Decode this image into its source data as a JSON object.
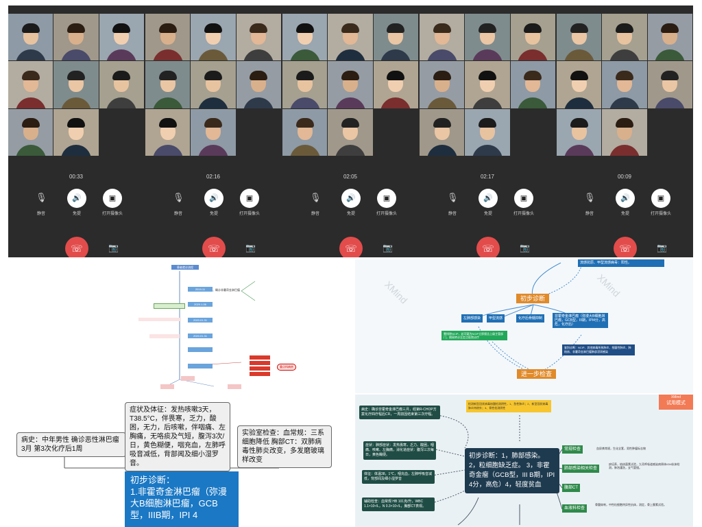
{
  "call": {
    "mute_label": "静音",
    "speaker_label": "免提",
    "camera_label": "打开摄像头",
    "panels": [
      {
        "timer": "00:33"
      },
      {
        "timer": "02:16"
      },
      {
        "timer": "02:05"
      },
      {
        "timer": "02:17"
      },
      {
        "timer": "00:09"
      }
    ]
  },
  "flowchart": {
    "title": "患者就诊流程",
    "dates": [
      "2019.11",
      "2020.1.06",
      "2020.01.31",
      "2020.01.31"
    ],
    "diagnosis_note": "确诊非霍奇金淋巴瘤",
    "red_label": "重点科病房"
  },
  "mindmap": {
    "watermark": "XMind",
    "top_note": "流感抗原、甲型流感病毒：阳性。",
    "main_node": "初步诊断",
    "children": [
      "左肺部感染",
      "甲型流感",
      "化疗后骨髓抑制",
      "非霍奇金淋巴瘤（弥漫大B细胞淋巴瘤，GCB型，III期，IPI4分，高危，化疗后）"
    ],
    "side_note": "鉴别诊断：NCIP、其他病毒所致肺炎、细菌性肺炎、肺结核、非霍奇金淋巴瘤肺部浸润感染",
    "green_note": "需排除NCIP，若可疑为NCIP立即报告上级主管部门，隔离转诊至定点医院诊疗",
    "next_node": "进一步检查"
  },
  "case_diagram": {
    "history": "病史：中年男性 确诊恶性淋巴瘤3月 第3次化疗后1周",
    "symptoms": "症状及体征：发热咳嗽3天，T38.5°C，伴畏寒，乏力，酸困，无力，后咳嗽，伴咽痛、左胸痛，无咯痰及气短，腹泻3次/日，黄色糊便，咽充血，左肺呼吸音减低，背部闻及细小湿罗音。",
    "lab": "实验室检查：血常规：三系细胞降低 胸部CT：双肺病毒性肺炎改变，多发磨玻璃样改变",
    "diagnosis_title": "初步诊断：",
    "diagnosis_body": "1.非霍奇金淋巴瘤（弥漫大B细胞淋巴瘤，GCB型，IIIB期，IPI 4"
  },
  "summary_map": {
    "badge_brand": "XMind",
    "badge_text": "试用模式",
    "top_note": "检测新型冠状病毒核酸检测阴性，1、急性肺炎；2、新型冠状病毒肺炎待除外；3、骨性检测阴性",
    "center": "初步诊断：1，肺部感染。 2，粒细胞缺乏症。 3，非霍奇金瘤（GCB型，III B期，IPI 4分，高危）4，轻度贫血",
    "left_notes": [
      "病史：确诊非霍奇金淋巴瘤三月，经第R-CHOP方案化疗四疗程后CR，一周前因结束第三次疗程。",
      "症状：肺部症状：发热畏寒，乏力、酸困，咽痛、咳嗽、左胸痛，消化道症状：腹泻三次每日，黄色糊便。",
      "体征：体温38，1℃，咽充血，左肺呼吸音减低，背部闻及细小湿罗音",
      "辅助检查：血常规 HB 101克/升，WBC 1.1×10⁹/L，N 0.3×10⁹/L，胸部CT表现。"
    ],
    "right_nodes": [
      {
        "label": "常规检查",
        "note": "血尿粪常规，生化全套，男性肿瘤标志物"
      },
      {
        "label": "肺部感染相关检查",
        "note": "痰培养，结核菌素试验，九项呼吸道感染病原体IGM抗体检测，肺泡灌洗，支气管镜。"
      },
      {
        "label": "腹部CT",
        "note": ""
      },
      {
        "label": "血液科检查",
        "note": "骨髓穿刺，中性粒细胞特异性抗体，测定，骨上腺素试验。"
      }
    ]
  }
}
